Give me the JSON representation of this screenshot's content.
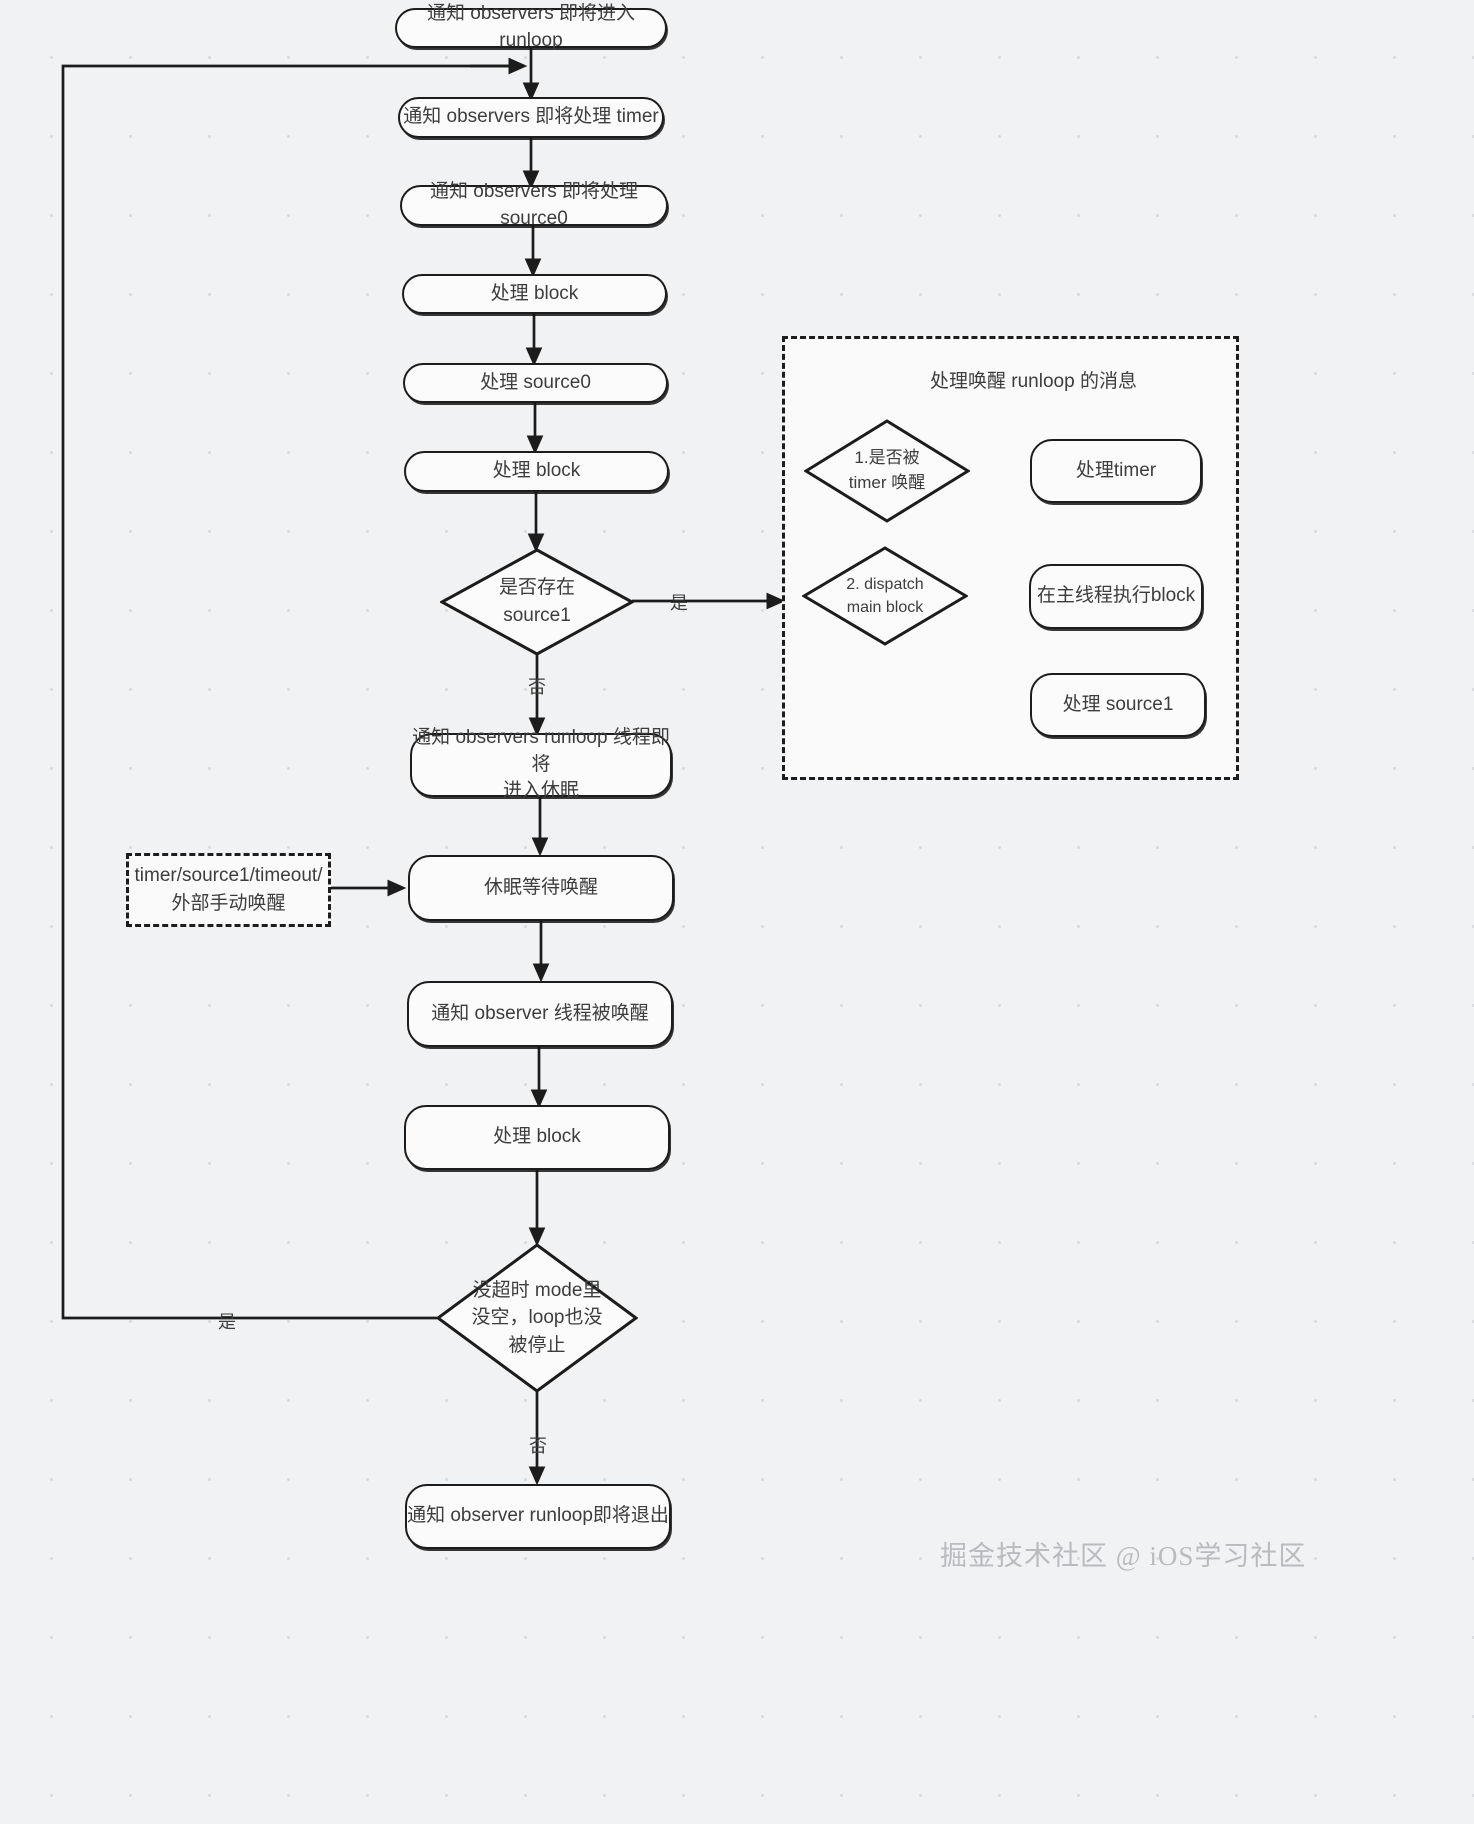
{
  "diagram": {
    "title_watermark": "掘金技术社区 @ iOS学习社区",
    "main_flow": [
      {
        "id": "n1",
        "label": "通知 observers 即将进入 runloop"
      },
      {
        "id": "n2",
        "label": "通知 observers 即将处理 timer"
      },
      {
        "id": "n3",
        "label": "通知 observers 即将处理 source0"
      },
      {
        "id": "n4",
        "label": "处理 block"
      },
      {
        "id": "n5",
        "label": "处理 source0"
      },
      {
        "id": "n6",
        "label": "处理 block"
      },
      {
        "id": "d1",
        "label": "是否存在\nsource1"
      },
      {
        "id": "n7",
        "label": "通知 observers runloop 线程即将\n进入休眠"
      },
      {
        "id": "n8",
        "label": "休眠等待唤醒"
      },
      {
        "id": "n9",
        "label": "通知 observer 线程被唤醒"
      },
      {
        "id": "n10",
        "label": "处理 block"
      },
      {
        "id": "d2",
        "label": "没超时 mode里\n没空，loop也没\n被停止"
      },
      {
        "id": "n11",
        "label": "通知 observer runloop即将退出"
      }
    ],
    "side_note": {
      "label": "timer/source1/timeout/\n外部手动唤醒"
    },
    "wake_group": {
      "title": "处理唤醒 runloop 的消息",
      "decisions": [
        {
          "id": "w1",
          "label": "1.是否被\ntimer 唤醒"
        },
        {
          "id": "w2",
          "label": "2. dispatch\nmain block"
        }
      ],
      "actions": [
        {
          "id": "a1",
          "label": "处理timer"
        },
        {
          "id": "a2",
          "label": "在主线程执行block"
        },
        {
          "id": "a3",
          "label": "处理 source1"
        }
      ]
    },
    "edge_labels": {
      "source1_yes": "是",
      "source1_no": "否",
      "loop_yes": "是",
      "loop_no": "否"
    },
    "colors": {
      "background": "#f1f2f4",
      "node_fill": "#fbfbfb",
      "stroke": "#1c1c1c",
      "text": "#3d3d3d",
      "watermark": "#b9bbbf"
    }
  }
}
